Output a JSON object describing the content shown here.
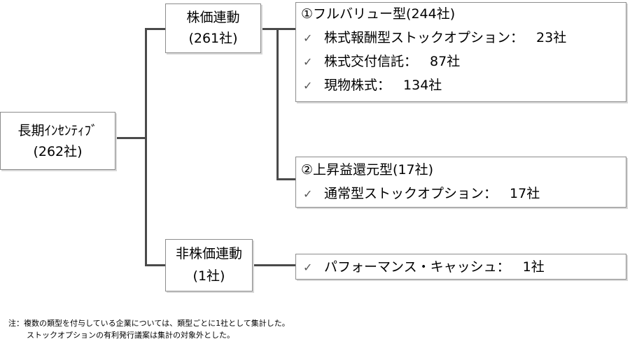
{
  "root": {
    "title": "長期ｲﾝｾﾝﾃｨﾌﾞ",
    "count": "(262社)"
  },
  "stock_linked": {
    "title": "株価連動",
    "count": "(261社)"
  },
  "non_stock_linked": {
    "title": "非株価連動",
    "count": "(1社)"
  },
  "full_value": {
    "title": "①フルバリュー型(244社)",
    "items": [
      {
        "label": "株式報酬型ストックオプション：",
        "count": "23社"
      },
      {
        "label": "株式交付信託：",
        "count": "87社"
      },
      {
        "label": "現物株式：",
        "count": "134社"
      }
    ]
  },
  "appreciation": {
    "title": "②上昇益還元型(17社)",
    "items": [
      {
        "label": "通常型ストックオプション：",
        "count": "17社"
      }
    ]
  },
  "non_stock_detail": {
    "items": [
      {
        "label": "パフォーマンス・キャッシュ：",
        "count": "1社"
      }
    ]
  },
  "check_mark": "✓",
  "notes": [
    "注：複数の類型を付与している企業については、類型ごとに1社として集計した。",
    "ストックオプションの有利発行議案は集計の対象外とした。"
  ]
}
